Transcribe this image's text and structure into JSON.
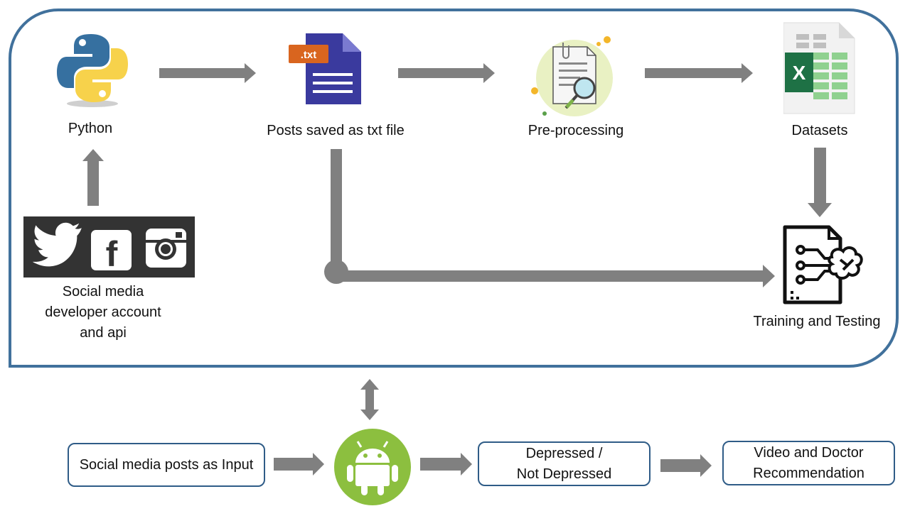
{
  "diagram": {
    "nodes": {
      "python": "Python",
      "posts_txt": "Posts saved as txt file",
      "preprocessing": "Pre-processing",
      "datasets": "Datasets",
      "social_api": [
        "Social media",
        "developer account",
        "and api"
      ],
      "training": "Training and Testing",
      "input": "Social media posts as Input",
      "result": [
        "Depressed /",
        "Not Depressed"
      ],
      "recommendation": [
        "Video and Doctor",
        "Recommendation"
      ]
    },
    "icon_labels": {
      "txt_badge": ".txt",
      "excel_letter": "X",
      "facebook_letter": "f"
    },
    "colors": {
      "frame_border": "#41719c",
      "box_border": "#2f5c87",
      "arrow": "#808080",
      "android": "#8cbf3f",
      "txt_doc": "#3a3a9e",
      "txt_badge": "#d9651f",
      "excel": "#1e7145"
    },
    "icons": [
      "python-logo-icon",
      "txt-file-icon",
      "document-search-icon",
      "excel-icon",
      "twitter-icon",
      "facebook-icon",
      "instagram-icon",
      "machine-learning-icon",
      "android-icon"
    ]
  }
}
